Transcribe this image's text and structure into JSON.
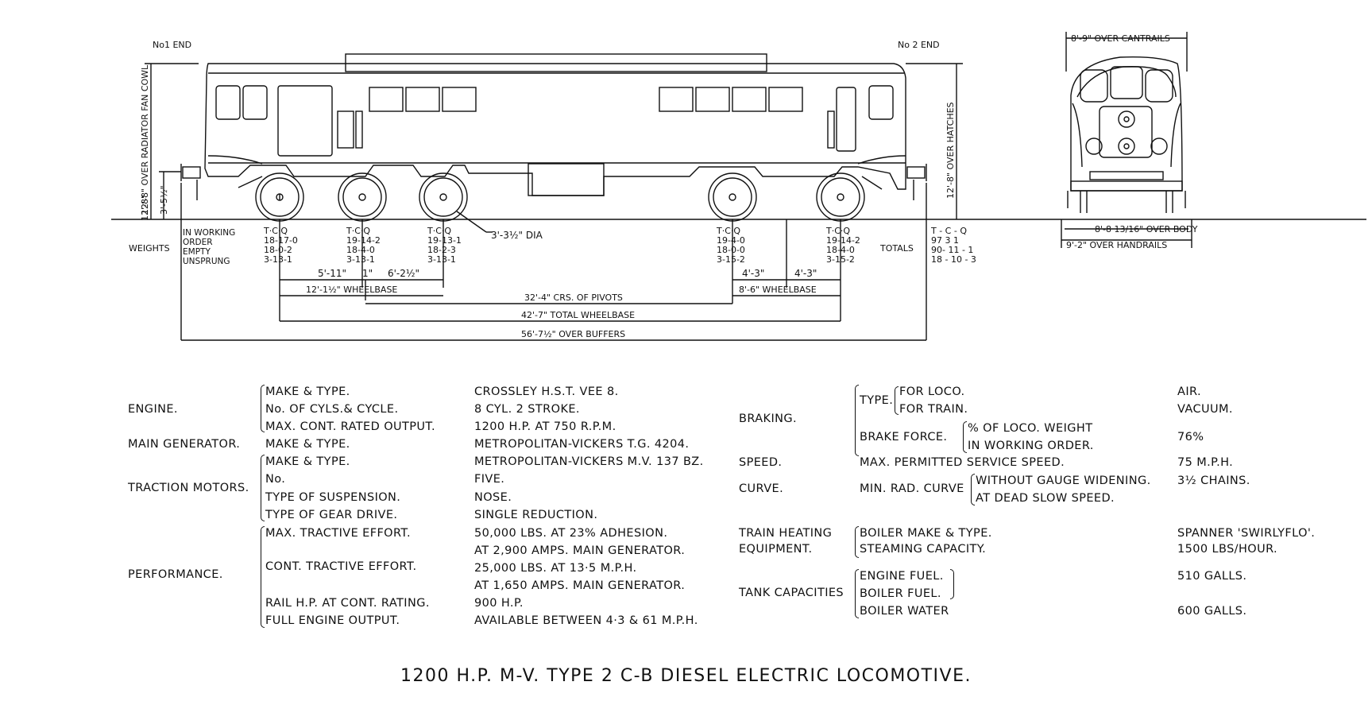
{
  "ends": {
    "no1": "No1 END",
    "no2": "No 2 END"
  },
  "vertical_dims": {
    "radiator": "12'-8\" OVER RADIATOR FAN COWL",
    "buffer_height": "3'-5½\"",
    "buffer_height_overall": "12'-8\"",
    "hatches": "12'-8\" OVER HATCHES"
  },
  "wheel_dia": "3'-3½\" DIA",
  "weights": {
    "title": "WEIGHTS",
    "rows": [
      "IN WORKING",
      "ORDER",
      "EMPTY",
      "UNSPRUNG"
    ],
    "axles": [
      {
        "head": "T·C·Q",
        "vals": [
          "18-17-0",
          "18-0-2",
          "3-13-1"
        ]
      },
      {
        "head": "T·C·Q",
        "vals": [
          "19-14-2",
          "18-4-0",
          "3-13-1"
        ]
      },
      {
        "head": "T·C·Q",
        "vals": [
          "19-13-1",
          "18-2-3",
          "3-13-1"
        ]
      },
      {
        "head": "T·C·Q",
        "vals": [
          "19-4-0",
          "18-0-0",
          "3-15-2"
        ]
      },
      {
        "head": "T·C·Q",
        "vals": [
          "19-14-2",
          "18-4-0",
          "3-15-2"
        ]
      }
    ],
    "totals_label": "TOTALS",
    "totals": {
      "head": "T - C - Q",
      "vals": [
        "97  3  1",
        "90- 11 - 1",
        "18 - 10 - 3"
      ]
    }
  },
  "dims": {
    "d1": "5'-11\"",
    "d2": "1\"",
    "d3": "6'-2½\"",
    "wb1": "12'-1½\" WHEELBASE",
    "d4": "4'-3\"",
    "d5": "4'-3\"",
    "wb2": "8'-6\" WHEELBASE",
    "pivots": "32'-4\" CRS. OF PIVOTS",
    "total_wb": "42'-7\" TOTAL WHEELBASE",
    "buffers": "56'-7½\" OVER BUFFERS"
  },
  "end_view": {
    "cantrails": "8'-9\" OVER CANTRAILS",
    "body": "8'-8 13/16\" OVER BODY",
    "handrails": "9'-2\" OVER HANDRAILS"
  },
  "specs_left": {
    "engine": {
      "label": "ENGINE.",
      "items": [
        "MAKE & TYPE.",
        "No. OF CYLS.& CYCLE.",
        "MAX. CONT. RATED OUTPUT."
      ],
      "values": [
        "CROSSLEY H.S.T. VEE 8.",
        "8 CYL. 2 STROKE.",
        "1200 H.P. AT 750 R.P.M."
      ]
    },
    "generator": {
      "label": "MAIN GENERATOR.",
      "items": [
        "MAKE & TYPE."
      ],
      "values": [
        "METROPOLITAN-VICKERS T.G. 4204."
      ]
    },
    "traction": {
      "label": "TRACTION MOTORS.",
      "items": [
        "MAKE & TYPE.",
        "No.",
        "TYPE OF SUSPENSION.",
        "TYPE OF GEAR DRIVE."
      ],
      "values": [
        "METROPOLITAN-VICKERS M.V. 137 BZ.",
        "FIVE.",
        "NOSE.",
        "SINGLE REDUCTION."
      ]
    },
    "performance": {
      "label": "PERFORMANCE.",
      "items": [
        "MAX. TRACTIVE EFFORT.",
        "CONT. TRACTIVE EFFORT.",
        "RAIL H.P. AT CONT. RATING.",
        "FULL ENGINE OUTPUT."
      ],
      "values": [
        "50,000 LBS. AT 23% ADHESION.",
        "AT 2,900 AMPS. MAIN GENERATOR.",
        "25,000 LBS. AT 13·5 M.P.H.",
        "AT 1,650 AMPS. MAIN GENERATOR.",
        "900 H.P.",
        "AVAILABLE BETWEEN 4·3 & 61 M.P.H."
      ]
    }
  },
  "specs_right": {
    "braking": {
      "label": "BRAKING.",
      "type": "TYPE.",
      "for_loco": "FOR LOCO.",
      "for_train": "FOR TRAIN.",
      "force": "BRAKE FORCE.",
      "force_a": "% OF LOCO. WEIGHT",
      "force_b": "IN WORKING  ORDER.",
      "v_loco": "AIR.",
      "v_train": "VACUUM.",
      "v_force": "76%"
    },
    "speed": {
      "label": "SPEED.",
      "item": "MAX. PERMITTED  SERVICE  SPEED.",
      "value": "75 M.P.H."
    },
    "curve": {
      "label": "CURVE.",
      "item": "MIN. RAD. CURVE",
      "a": "WITHOUT GAUGE WIDENING.",
      "b": "AT DEAD SLOW  SPEED.",
      "value": "3½ CHAINS."
    },
    "heating": {
      "label1": "TRAIN HEATING",
      "label2": "EQUIPMENT.",
      "a": "BOILER MAKE & TYPE.",
      "b": "STEAMING CAPACITY.",
      "va": "SPANNER 'SWIRLYFLO'.",
      "vb": "1500  LBS/HOUR."
    },
    "tanks": {
      "label": "TANK CAPACITIES",
      "a": "ENGINE FUEL.",
      "b": "BOILER  FUEL.",
      "c": "BOILER  WATER",
      "va": "510 GALLS.",
      "vc": "600 GALLS."
    }
  },
  "title": "1200 H.P. M-V. TYPE 2 C-B DIESEL ELECTRIC LOCOMOTIVE."
}
